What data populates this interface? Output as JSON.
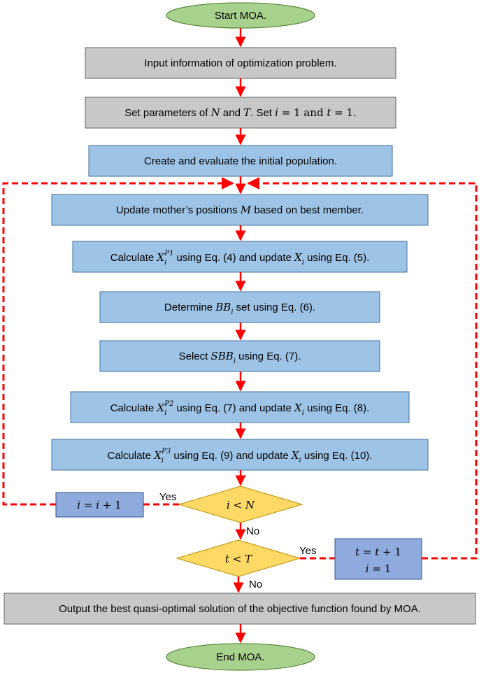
{
  "diagram": {
    "start": "Start MOA.",
    "end": "End MOA.",
    "steps": {
      "input": "Input information of optimization problem.",
      "set_params": {
        "pre": "Set parameters of ",
        "N": "N",
        "and": " and ",
        "T": "T",
        "mid": ". Set ",
        "i": "i",
        "eq1": " = 1 and ",
        "t": "t",
        "eq2": " = 1."
      },
      "create": "Create and evaluate the initial population.",
      "update_mother": {
        "pre": "Update mother’s positions ",
        "M": "M",
        "post": " based on best member."
      },
      "calc_p1": {
        "pre": "Calculate ",
        "X": "X",
        "sub": "i",
        "sup": "P1",
        "mid": " using Eq. (4) and update ",
        "X2": "X",
        "sub2": "i",
        "post": " using Eq. (5)."
      },
      "determine": {
        "pre": "Determine ",
        "var": "BB",
        "sub": "i",
        "post": " set using Eq. (6)."
      },
      "select": {
        "pre": "Select ",
        "var": "SBB",
        "sub": "i",
        "post": " using Eq. (7)."
      },
      "calc_p2": {
        "pre": "Calculate ",
        "X": "X",
        "sub": "i",
        "sup": "P2",
        "mid": " using Eq. (7) and update ",
        "X2": "X",
        "sub2": "i",
        "post": " using Eq. (8)."
      },
      "calc_p3": {
        "pre": "Calculate ",
        "X": "X",
        "sub": "i",
        "sup": "P3",
        "mid": " using Eq. (9) and update ",
        "X2": "X",
        "sub2": "i",
        "post": " using Eq. (10)."
      },
      "output": "Output the best quasi-optimal solution of the objective function found by MOA."
    },
    "decisions": {
      "i_lt_N": {
        "lhs": "i",
        "op": " < ",
        "rhs": "N"
      },
      "t_lt_T": {
        "lhs": "t",
        "op": " < ",
        "rhs": "T"
      }
    },
    "updates": {
      "i_inc": {
        "a": "i",
        "eq": " = ",
        "b": "i",
        "plus": " + 1"
      },
      "t_inc": {
        "a": "t",
        "eq": " = ",
        "b": "t",
        "plus": " + 1"
      },
      "i_reset": {
        "a": "i",
        "eq": " = ",
        "val": "1"
      }
    },
    "edge_labels": {
      "yes1": "Yes",
      "no1": "No",
      "yes2": "Yes",
      "no2": "No"
    },
    "colors": {
      "gray_box": "#c8c8c8",
      "blue_box": "#9dc3e6",
      "dark_blue_box": "#8faadc",
      "ellipse": "#a9d18e",
      "diamond": "#ffd966",
      "arrow": "#ff0000",
      "loop": "#ff0000"
    }
  }
}
